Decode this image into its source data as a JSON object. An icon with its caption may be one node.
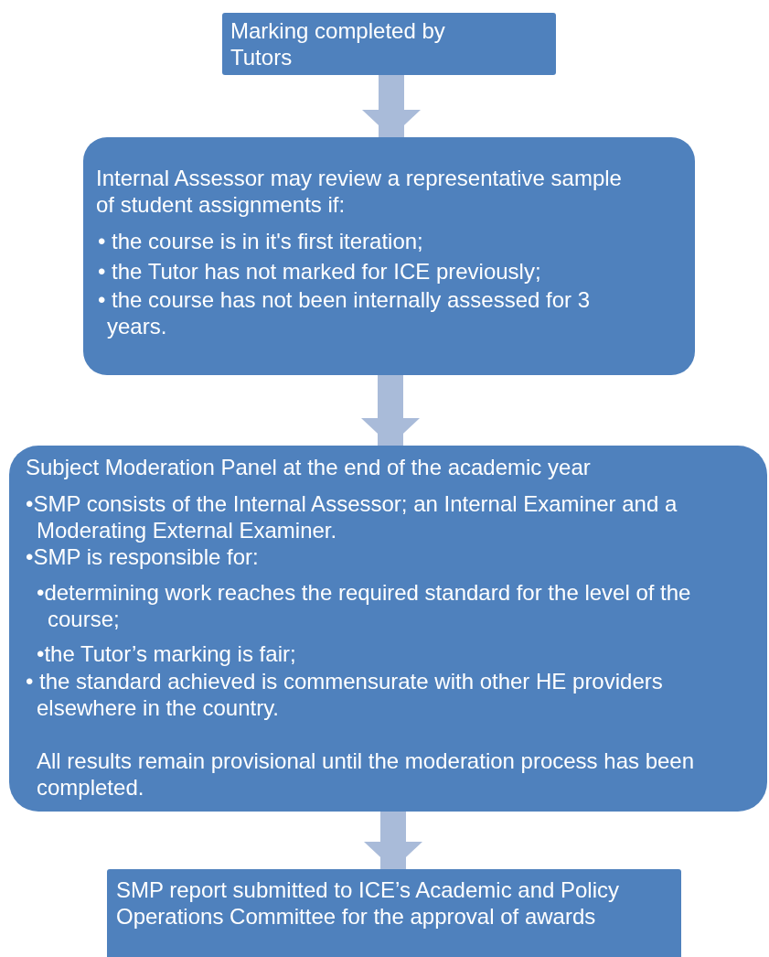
{
  "diagram": {
    "nodes": [
      {
        "text": [
          "Marking completed by Tutors"
        ]
      },
      {
        "text": [
          "Internal Assessor may review a representative sample of student assignments if:",
          "• the course is in it's first iteration;",
          "• the Tutor has not marked for ICE previously;",
          "• the course has not been internally assessed for 3 years."
        ]
      },
      {
        "text": [
          "Subject Moderation Panel at the end of the academic year",
          "•SMP consists of the Internal Assessor; an Internal Examiner and a Moderating External Examiner.",
          "•SMP is responsible for:",
          "•determining work reaches the required standard for the level of the course;",
          "•the Tutor’s marking is fair;",
          "• the standard achieved is commensurate with other HE providers elsewhere in the country.",
          "All results remain provisional until the moderation process has been completed."
        ]
      },
      {
        "text": [
          "SMP report submitted to ICE’s Academic and Policy Operations Committee for the approval of awards"
        ]
      }
    ],
    "edges": [
      {
        "from": 0,
        "to": 1,
        "arrow": "to"
      },
      {
        "from": 1,
        "to": 2,
        "arrow": "to"
      },
      {
        "from": 2,
        "to": 3,
        "arrow": "to"
      }
    ]
  }
}
